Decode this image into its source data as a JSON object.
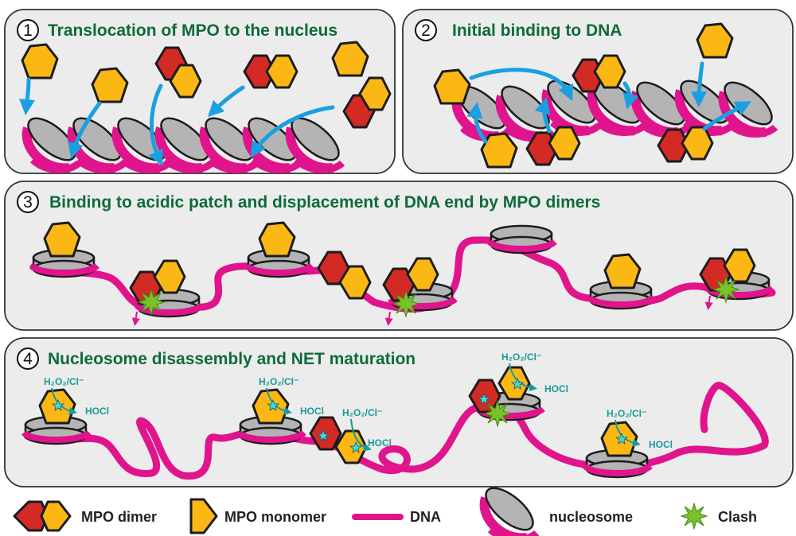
{
  "figure": {
    "colors": {
      "title_green": "#0e6b3a",
      "panel_bg": "#ececec",
      "mpo_monomer": "#fbb814",
      "mpo_dimer_red": "#d42a25",
      "dna": "#e0148c",
      "arrow": "#1aa0e0",
      "histone_core": "#b4b4b4",
      "clash": "#7ac22a",
      "chemistry_teal": "#1a9a9a"
    },
    "panels": [
      {
        "number": "1",
        "title": "Translocation of MPO to the nucleus"
      },
      {
        "number": "2",
        "title": "Initial binding to DNA"
      },
      {
        "number": "3",
        "title": "Binding to acidic patch and displacement of DNA end by MPO dimers"
      },
      {
        "number": "4",
        "title": "Nucleosome disassembly and NET maturation"
      }
    ],
    "reaction_labels": {
      "substrate": "H₂O₂/Cl⁻",
      "product": "HOCl"
    },
    "legend": [
      {
        "icon": "mpo-dimer-icon",
        "label": "MPO dimer"
      },
      {
        "icon": "mpo-monomer-icon",
        "label": "MPO monomer"
      },
      {
        "icon": "dna-icon",
        "label": "DNA"
      },
      {
        "icon": "nucleosome-icon",
        "label": "nucleosome"
      },
      {
        "icon": "clash-icon",
        "label": "Clash"
      }
    ]
  }
}
